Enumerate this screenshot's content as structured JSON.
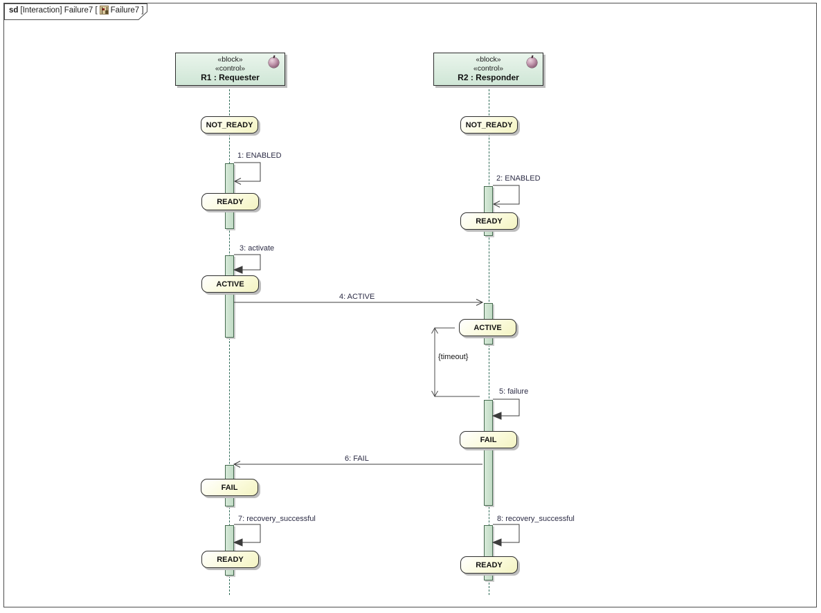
{
  "frame": {
    "keyword": "sd",
    "context": "[Interaction] Failure7 [",
    "diagram_ref": "Failure7 ]"
  },
  "lifelines": [
    {
      "id": "R1",
      "stereotype1": "«block»",
      "stereotype2": "«control»",
      "name": "R1 : Requester"
    },
    {
      "id": "R2",
      "stereotype1": "«block»",
      "stereotype2": "«control»",
      "name": "R2 : Responder"
    }
  ],
  "states": [
    {
      "lifeline": "R1",
      "label": "NOT_READY"
    },
    {
      "lifeline": "R2",
      "label": "NOT_READY"
    },
    {
      "lifeline": "R1",
      "label": "READY"
    },
    {
      "lifeline": "R2",
      "label": "READY"
    },
    {
      "lifeline": "R1",
      "label": "ACTIVE"
    },
    {
      "lifeline": "R2",
      "label": "ACTIVE"
    },
    {
      "lifeline": "R2",
      "label": "FAIL"
    },
    {
      "lifeline": "R1",
      "label": "FAIL"
    },
    {
      "lifeline": "R1",
      "label": "READY"
    },
    {
      "lifeline": "R2",
      "label": "READY"
    }
  ],
  "messages": [
    {
      "label": "1: ENABLED",
      "kind": "self",
      "from": "R1",
      "to": "R1"
    },
    {
      "label": "2: ENABLED",
      "kind": "self",
      "from": "R2",
      "to": "R2"
    },
    {
      "label": "3: activate",
      "kind": "self",
      "from": "R1",
      "to": "R1"
    },
    {
      "label": "4: ACTIVE",
      "kind": "async",
      "from": "R1",
      "to": "R2"
    },
    {
      "label": "5: failure",
      "kind": "self",
      "from": "R2",
      "to": "R2"
    },
    {
      "label": "6: FAIL",
      "kind": "async",
      "from": "R2",
      "to": "R1"
    },
    {
      "label": "7: recovery_successful",
      "kind": "self",
      "from": "R1",
      "to": "R1"
    },
    {
      "label": "8: recovery_successful",
      "kind": "self",
      "from": "R2",
      "to": "R2"
    }
  ],
  "constraint": {
    "label": "{timeout}"
  },
  "colors": {
    "head_fill": "#cfe6d6",
    "bar_fill": "#c2dcc6",
    "state_fill": "#fbfbdc",
    "lifeline_dash": "#2e6b57",
    "message_text": "#2b2b44",
    "shadow": "#bdbdbd"
  }
}
